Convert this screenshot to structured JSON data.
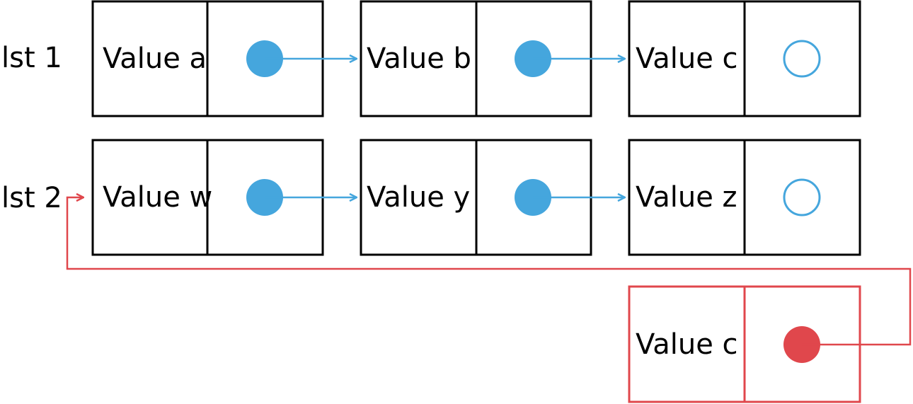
{
  "colors": {
    "node_border": "#000000",
    "pointer": "#45a6dd",
    "highlight": "#e0474c",
    "background": "#ffffff"
  },
  "lists": [
    {
      "label": "lst 1",
      "nodes": [
        {
          "value": "Value a",
          "pointer": "filled"
        },
        {
          "value": "Value b",
          "pointer": "filled"
        },
        {
          "value": "Value c",
          "pointer": "empty"
        }
      ]
    },
    {
      "label": "lst 2",
      "nodes": [
        {
          "value": "Value w",
          "pointer": "filled"
        },
        {
          "value": "Value y",
          "pointer": "filled"
        },
        {
          "value": "Value z",
          "pointer": "empty"
        }
      ]
    }
  ],
  "new_node": {
    "value": "Value c",
    "pointer": "filled",
    "points_to": "lst 2"
  }
}
